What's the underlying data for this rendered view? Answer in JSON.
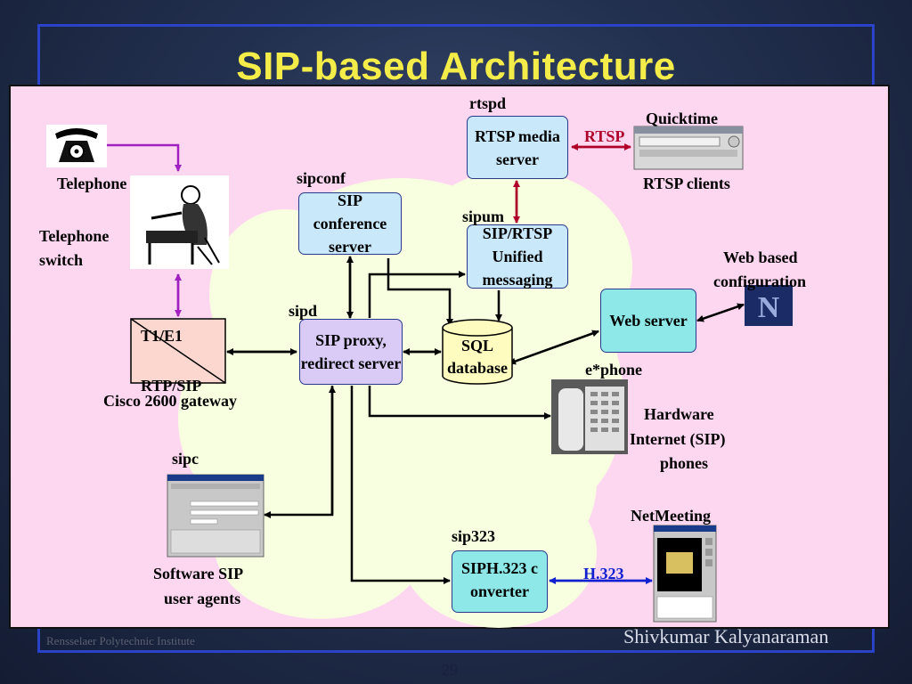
{
  "title": "SIP-based Architecture",
  "labels": {
    "rtspd": "rtspd",
    "quicktime": "Quicktime",
    "rtsp_arrow": "RTSP",
    "rtsp_clients": "RTSP clients",
    "sipconf": "sipconf",
    "sipum": "sipum",
    "telephone": "Telephone",
    "telephone_switch_1": "Telephone",
    "telephone_switch_2": "switch",
    "web_config_1": "Web based",
    "web_config_2": "configuration",
    "sipd": "sipd",
    "t1e1": "T1/E1",
    "rtp_sip": "RTP/SIP",
    "cisco_gateway": "Cisco 2600 gateway",
    "ephone": "e*phone",
    "hw_phones_1": "Hardware",
    "hw_phones_2": "Internet (SIP)",
    "hw_phones_3": "phones",
    "sipc": "sipc",
    "netmeeting": "NetMeeting",
    "sip323": "sip323",
    "h323_arrow": "H.323",
    "software_sip_1": "Software SIP",
    "software_sip_2": "user agents"
  },
  "boxes": {
    "rtsp_media": "RTSP media server",
    "sip_conference": "SIP conference server",
    "sip_rtsp_um": "SIP/RTSP Unified messaging",
    "web_server": "Web server",
    "sip_proxy": "SIP proxy, redirect server",
    "sql_db": "SQL database",
    "siph323": "SIPH.323 converter"
  },
  "footer": {
    "institute": "Rensselaer Polytechnic Institute",
    "author": "Shivkumar Kalyanaraman",
    "page": "29"
  },
  "colors": {
    "title": "#f4ec48",
    "panel": "#fdd7f0",
    "cloud": "#f7ffe0",
    "box_blue": "#c9e9fb",
    "box_purple": "#d9cbf6",
    "box_teal": "#8ee8e8",
    "sql_yellow": "#fffcc0",
    "rtsp_red": "#b0002a",
    "h323_blue": "#1020d0",
    "connector_purple": "#a020c0"
  }
}
